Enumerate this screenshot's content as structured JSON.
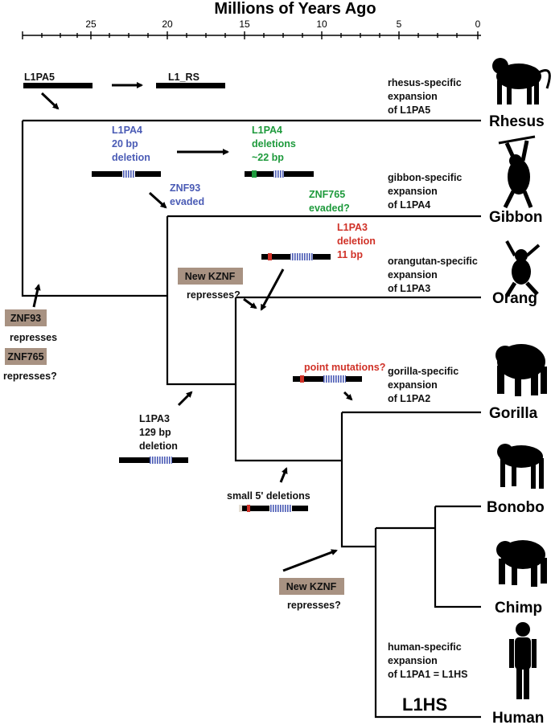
{
  "axis": {
    "title": "Millions of Years Ago",
    "ticks": [
      "25",
      "20",
      "15",
      "10",
      "5",
      "0"
    ]
  },
  "species": [
    "Rhesus",
    "Gibbon",
    "Orang",
    "Gorilla",
    "Bonobo",
    "Chimp",
    "Human"
  ],
  "elements": {
    "l1pa5": "L1PA5",
    "l1rs": "L1_RS",
    "rhesus_exp": [
      "rhesus-specific",
      "expansion",
      "of L1PA5"
    ],
    "l1pa4_del": [
      "L1PA4",
      "20 bp",
      "deletion"
    ],
    "l1pa4_dels22": [
      "L1PA4",
      "deletions",
      "~22 bp"
    ],
    "zn93_evaded": [
      "ZNF93",
      "evaded"
    ],
    "zn765_evaded": [
      "ZNF765",
      "evaded?"
    ],
    "gibbon_exp": [
      "gibbon-specific",
      "expansion",
      "of L1PA4"
    ],
    "l1pa3_11": [
      "L1PA3",
      "deletion",
      "11 bp"
    ],
    "orang_exp": [
      "orangutan-specific",
      "expansion",
      "of L1PA3"
    ],
    "point_mut": "point mutations?",
    "gorilla_exp": [
      "gorilla-specific",
      "expansion",
      "of L1PA2"
    ],
    "l1pa3_129": [
      "L1PA3",
      "129 bp",
      "deletion"
    ],
    "small5": "small 5' deletions",
    "human_exp": [
      "human-specific",
      "expansion",
      "of L1PA1 = L1HS"
    ],
    "l1hs": "L1HS"
  },
  "kznf": {
    "znf93_box": "ZNF93",
    "znf93_sub": "represses",
    "znf765_box": "ZNF765",
    "znf765_sub": "represses?",
    "new1_box": "New KZNF",
    "new1_sub": "represses?",
    "new2_box": "New KZNF",
    "new2_sub": "represses?"
  },
  "colors": {
    "blue": "#4a5bb5",
    "green": "#1e9a3c",
    "red": "#d03228",
    "kznf_box": "#a89282",
    "branch": "#000000"
  }
}
